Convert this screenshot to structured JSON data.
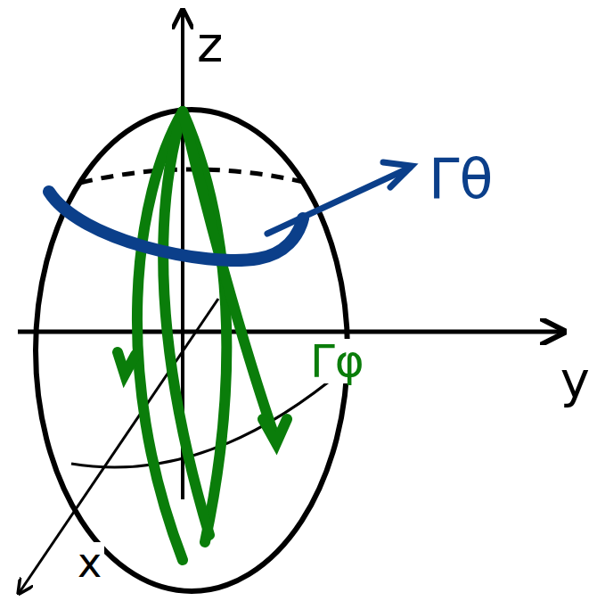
{
  "diagram": {
    "labels": [
      "z",
      "Γθ",
      "y",
      "Γφ",
      "x"
    ]
  }
}
